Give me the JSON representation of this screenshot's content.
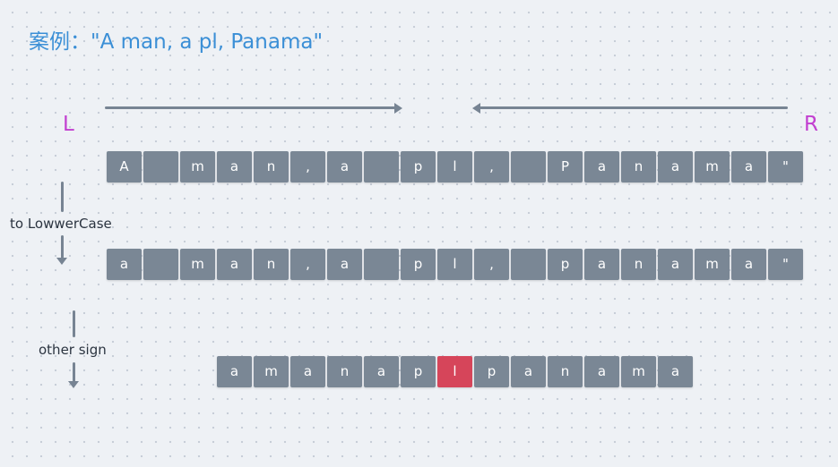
{
  "title": "案例：\"A man, a pl, Panama\"",
  "left_pointer": "L",
  "right_pointer": "R",
  "steps": {
    "lowercase": "to LowwerCase",
    "other_sign": "other sign"
  },
  "rows": {
    "original": [
      "A",
      "",
      "m",
      "a",
      "n",
      ",",
      "a",
      "",
      "p",
      "l",
      ",",
      "",
      "P",
      "a",
      "n",
      "a",
      "m",
      "a",
      "\""
    ],
    "lowercased": [
      "a",
      "",
      "m",
      "a",
      "n",
      ",",
      "a",
      "",
      "p",
      "l",
      ",",
      "",
      "p",
      "a",
      "n",
      "a",
      "m",
      "a",
      "\""
    ],
    "filtered": [
      "a",
      "m",
      "a",
      "n",
      "a",
      "p",
      "l",
      "p",
      "a",
      "n",
      "a",
      "m",
      "a"
    ]
  },
  "highlight_index": 6,
  "colors": {
    "cell": "#7a8795",
    "highlight": "#d6455a",
    "title": "#3b8fd6",
    "pointer": "#c23fd0",
    "arrow": "#778493"
  }
}
